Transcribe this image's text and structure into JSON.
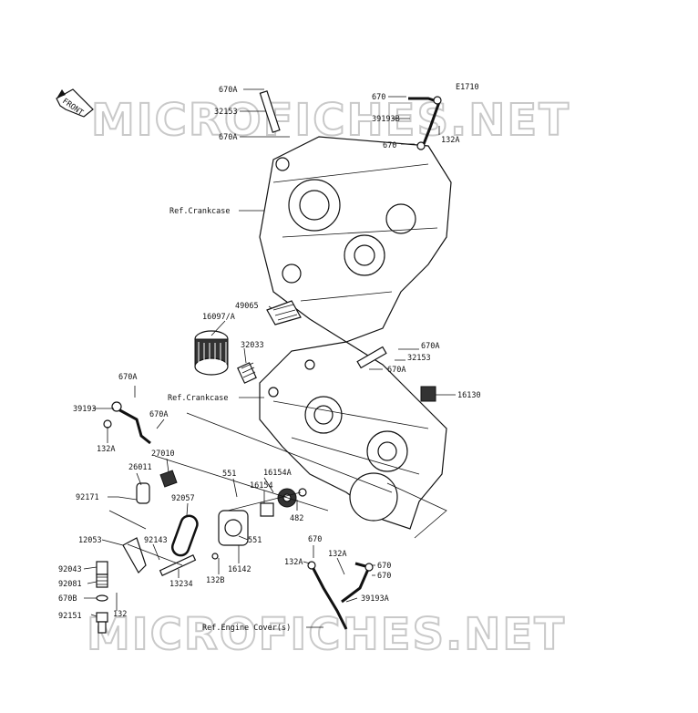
{
  "diagram_code": "E1710",
  "watermark": "MICROFICHES.NET",
  "front_label": "FRONT",
  "refs": {
    "crankcase_top": "Ref.Crankcase",
    "crankcase_mid": "Ref.Crankcase",
    "engine_cover": "Ref.Engine Cover(s)"
  },
  "parts": {
    "p670a_1": "670A",
    "p32153_1": "32153",
    "p670a_2": "670A",
    "p670_1": "670",
    "p39193b": "39193B",
    "p670_2": "670",
    "p132a_1": "132A",
    "p49065": "49065",
    "p16097a": "16097/A",
    "p32033": "32033",
    "p670a_3": "670A",
    "p32153_2": "32153",
    "p670a_4": "670A",
    "p16130": "16130",
    "p670a_5": "670A",
    "p39193": "39193",
    "p670a_6": "670A",
    "p132a_2": "132A",
    "p27010": "27010",
    "p26011": "26011",
    "p92171": "92171",
    "p92057": "92057",
    "p551_1": "551",
    "p16154a": "16154A",
    "p16154": "16154",
    "p482": "482",
    "p551_2": "551",
    "p12053": "12053",
    "p92143": "92143",
    "p92043": "92043",
    "p13234": "13234",
    "p132b": "132B",
    "p16142": "16142",
    "p92081": "92081",
    "p670b": "670B",
    "p132": "132",
    "p92151": "92151",
    "p670_3": "670",
    "p132a_3": "132A",
    "p132a_4": "132A",
    "p670_4": "670",
    "p670_5": "670",
    "p39193a": "39193A"
  }
}
